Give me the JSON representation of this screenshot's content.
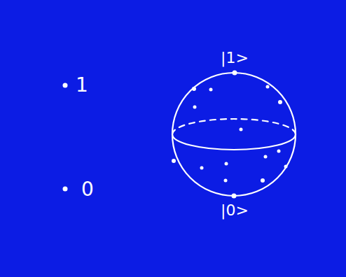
{
  "diagram": {
    "labels": [
      "1",
      "0",
      "|1>",
      "|0>"
    ]
  }
}
